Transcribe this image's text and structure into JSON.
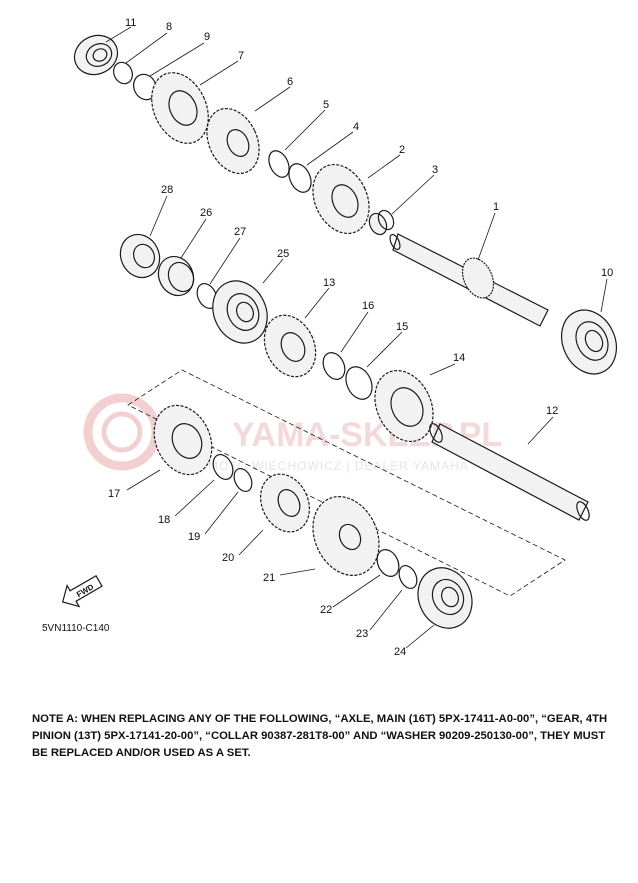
{
  "diagram": {
    "labels": {
      "p1": "1",
      "p2": "2",
      "p3": "3",
      "p4": "4",
      "p5": "5",
      "p6": "6",
      "p7": "7",
      "p8": "8",
      "p9": "9",
      "p10": "10",
      "p11": "11",
      "p12": "12",
      "p13": "13",
      "p14": "14",
      "p15": "15",
      "p16": "16",
      "p17": "17",
      "p18": "18",
      "p19": "19",
      "p20": "20",
      "p21": "21",
      "p22": "22",
      "p23": "23",
      "p24": "24",
      "p25": "25",
      "p26": "26",
      "p27": "27",
      "p28": "28"
    },
    "fwd_label": "FWD",
    "code": "5VN1110-C140",
    "watermark": {
      "brand": "YAMA-SKLEP.PL",
      "subtitle": "MOTO WIECHOWICZ | DEALER YAMAHA"
    },
    "colors": {
      "watermark": "#e8a0a0",
      "ink": "#1a1a1a"
    }
  },
  "note": {
    "text": "NOTE A: WHEN REPLACING ANY OF THE FOLLOWING, “AXLE, MAIN (16T) 5PX-17411-A0-00”, “GEAR, 4TH PINION (13T) 5PX-17141-20-00”, “COLLAR 90387-281T8-00” AND “WASHER 90209-250130-00”,  THEY MUST BE REPLACED AND/OR USED AS A SET."
  }
}
